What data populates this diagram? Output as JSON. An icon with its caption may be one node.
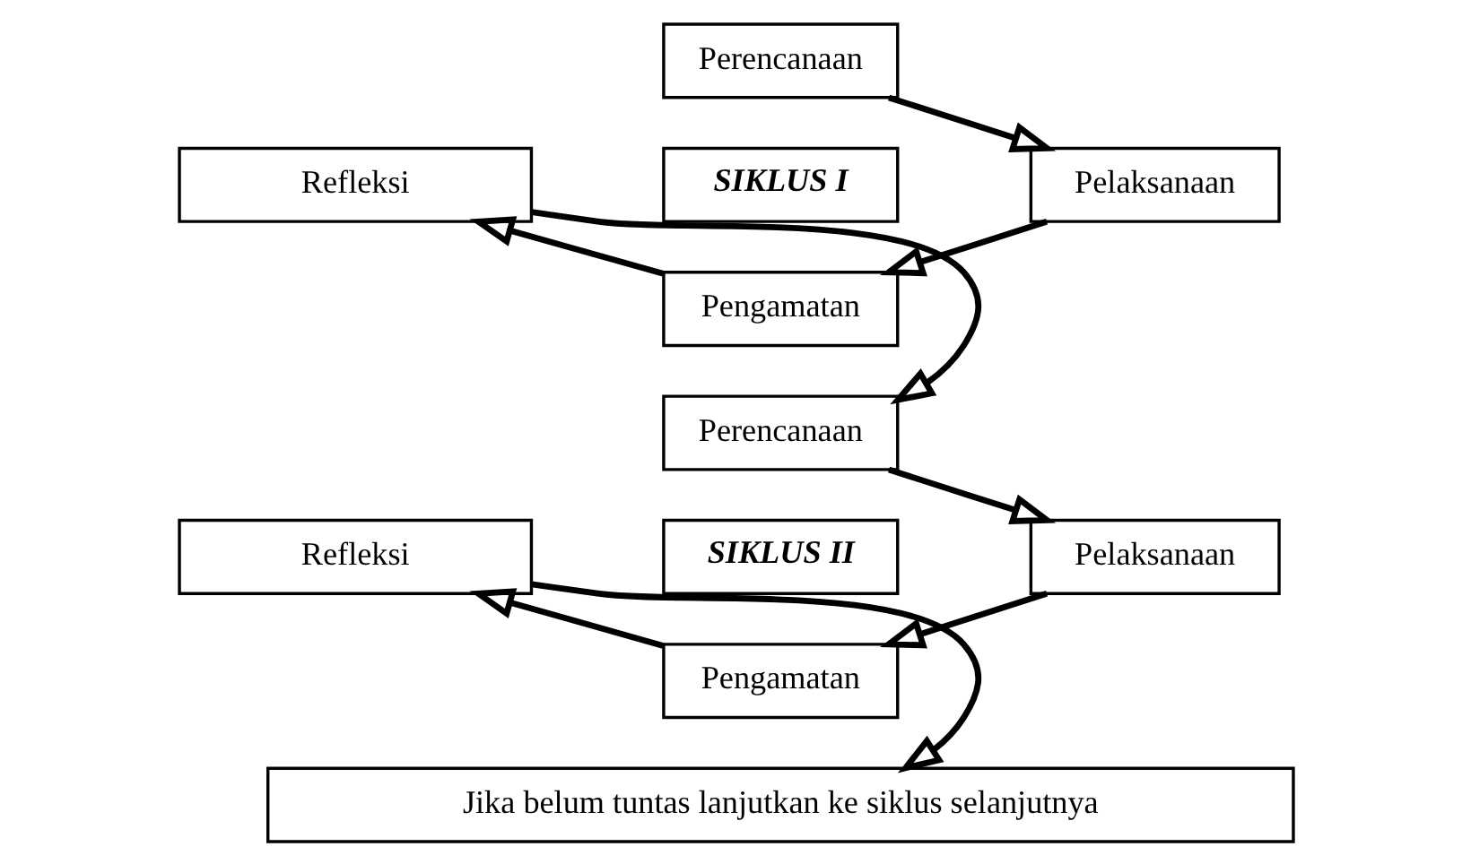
{
  "diagram": {
    "nodes": [
      {
        "text": [
          "Perencanaan"
        ]
      },
      {
        "text": [
          "Refleksi"
        ]
      },
      {
        "text": [
          "SIKLUS I"
        ]
      },
      {
        "text": [
          "Pelaksanaan"
        ]
      },
      {
        "text": [
          "Pengamatan"
        ]
      },
      {
        "text": [
          "Perencanaan"
        ]
      },
      {
        "text": [
          "Refleksi"
        ]
      },
      {
        "text": [
          "SIKLUS II"
        ]
      },
      {
        "text": [
          "Pelaksanaan"
        ]
      },
      {
        "text": [
          "Pengamatan"
        ]
      },
      {
        "text": [
          "Jika belum tuntas lanjutkan ke siklus selanjutnya"
        ]
      }
    ],
    "edges": [
      {
        "from": 0,
        "to": 3,
        "arrow": "to"
      },
      {
        "from": 3,
        "to": 4,
        "arrow": "to"
      },
      {
        "from": 4,
        "to": 1,
        "arrow": "to"
      },
      {
        "from": 1,
        "to": 5,
        "arrow": "to"
      },
      {
        "from": 5,
        "to": 8,
        "arrow": "to"
      },
      {
        "from": 8,
        "to": 9,
        "arrow": "to"
      },
      {
        "from": 9,
        "to": 6,
        "arrow": "to"
      },
      {
        "from": 6,
        "to": 10,
        "arrow": "to"
      }
    ]
  }
}
